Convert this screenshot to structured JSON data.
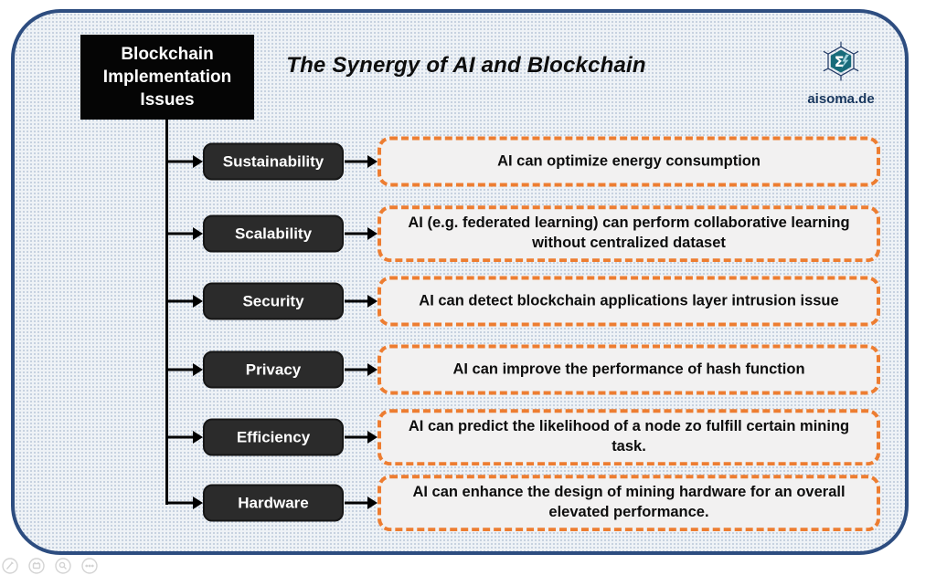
{
  "header": {
    "title": "The Synergy of AI and Blockchain",
    "logo_text": "aisoma.de"
  },
  "diagram": {
    "root_label": "Blockchain Implementation Issues",
    "rows": [
      {
        "label": "Sustainability",
        "text": "AI can optimize energy consumption"
      },
      {
        "label": "Scalability",
        "text": "AI (e.g. federated learning) can perform collaborative learning without centralized dataset"
      },
      {
        "label": "Security",
        "text": "AI can detect blockchain applications layer intrusion issue"
      },
      {
        "label": "Privacy",
        "text": "AI can improve the performance of hash function"
      },
      {
        "label": "Efficiency",
        "text": "AI can predict the likelihood of a node zo fulfill certain mining task."
      },
      {
        "label": "Hardware",
        "text": "AI can enhance the design of mining hardware for an overall elevated performance."
      }
    ]
  },
  "footer": {
    "icons": [
      "pencil-icon",
      "print-icon",
      "magnifier-icon",
      "more-icon"
    ]
  },
  "colors": {
    "accent_orange": "#ED7D31",
    "frame_navy": "#2D4D80",
    "node_dark": "#2B2B2B",
    "logo_teal": "#176B7A",
    "logo_navy": "#17365D"
  }
}
